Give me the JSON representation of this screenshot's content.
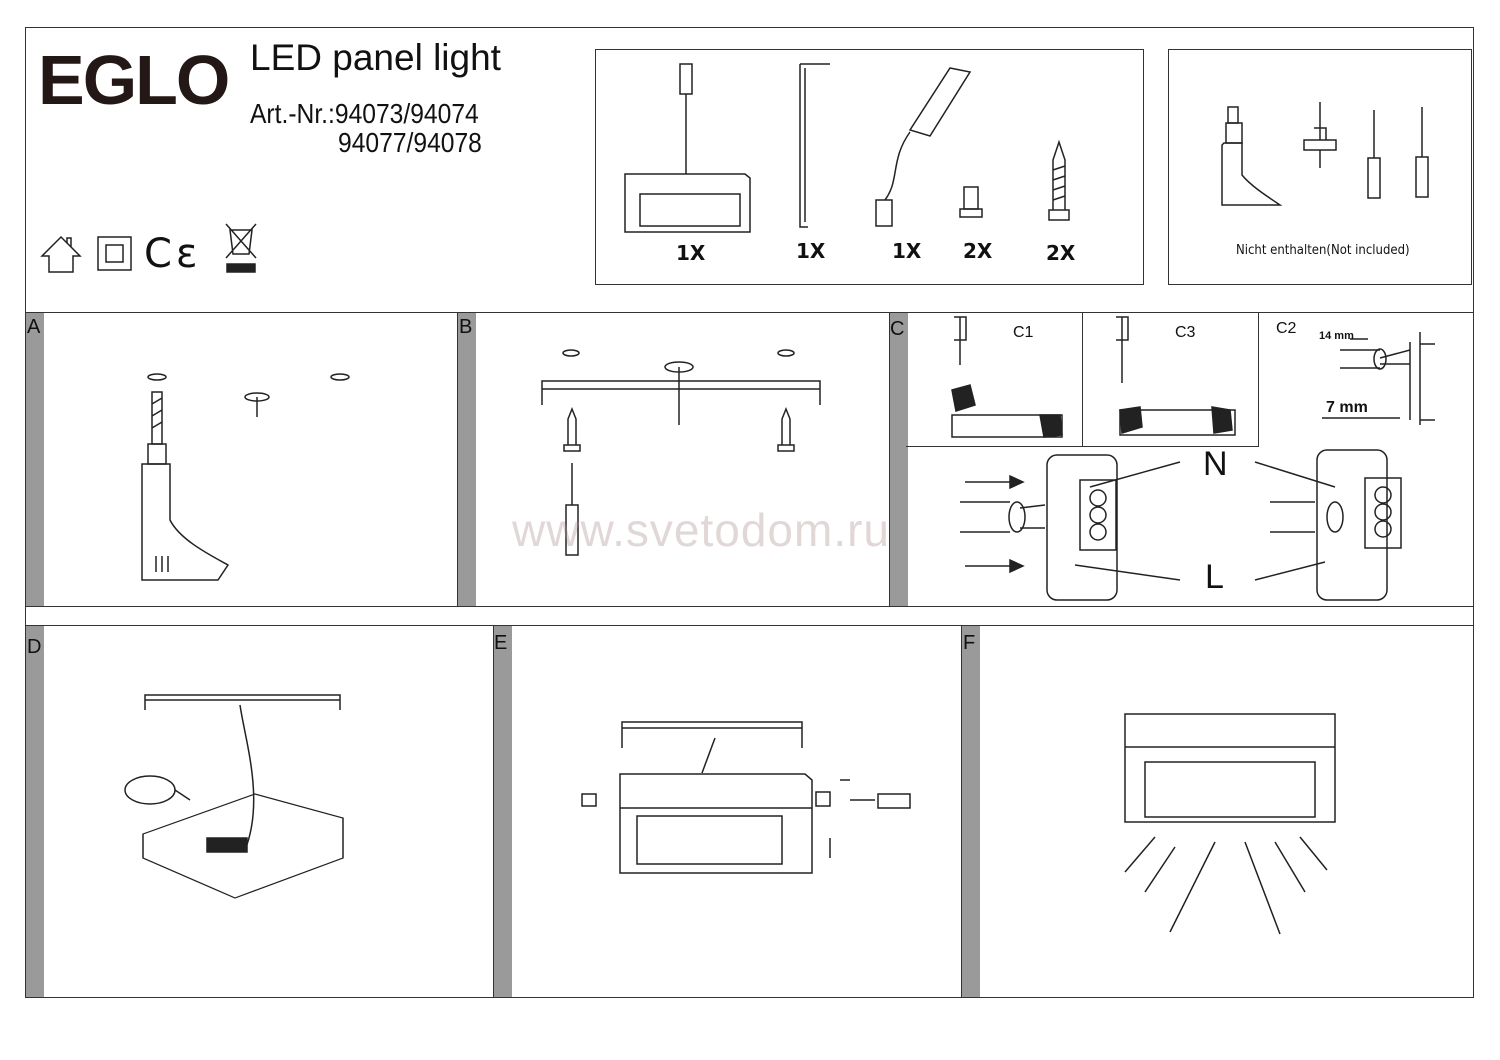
{
  "header": {
    "logo": "EGLO",
    "title": "LED panel light",
    "art_nr_line1": "Art.-Nr.:94073/94074",
    "art_nr_line2": "94077/94078",
    "icons": [
      "indoor-house-icon",
      "class-ii-insulation-icon",
      "ce-mark-icon",
      "weee-bin-icon"
    ]
  },
  "parts": [
    {
      "name": "lamp",
      "qty": "1X"
    },
    {
      "name": "mounting-bracket",
      "qty": "1X"
    },
    {
      "name": "driver",
      "qty": "1X"
    },
    {
      "name": "bolt",
      "qty": "2X"
    },
    {
      "name": "screw",
      "qty": "2X"
    }
  ],
  "not_included": {
    "label": "Nicht enthalten(Not included)"
  },
  "steps": {
    "a": "A",
    "b": "B",
    "c": "C",
    "d": "D",
    "e": "E",
    "f": "F",
    "c1": "C1",
    "c3": "C3",
    "c2": "C2",
    "strip_long": "14 mm",
    "strip_short": "7 mm",
    "neutral": "N",
    "live": "L"
  },
  "watermark": "www.svetodom.ru"
}
